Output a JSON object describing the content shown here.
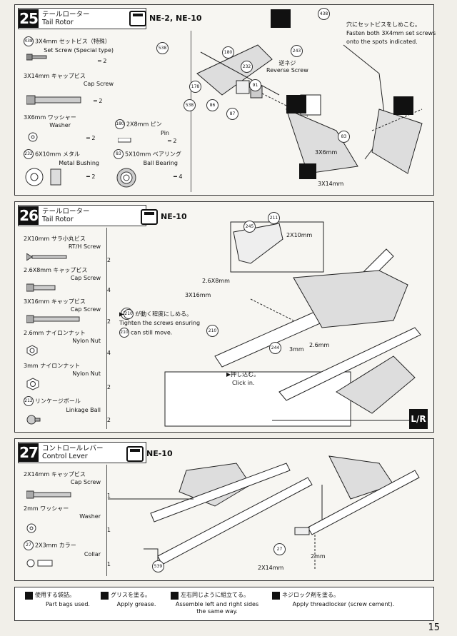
{
  "page_number": "15",
  "step25": {
    "number": "25",
    "title_jp": "テールローター",
    "title_en": "Tail Rotor",
    "models": "NE-2, NE-10",
    "parts": [
      {
        "id": "438",
        "jp": "3X4mm セットビス（特殊）",
        "en": "Set Screw (Special type)",
        "qty": "2"
      },
      {
        "id": "",
        "jp": "3X14mm キャップビス",
        "en": "Cap Screw",
        "qty": "2"
      },
      {
        "id": "",
        "jp": "3X6mm ワッシャー",
        "en": "Washer",
        "qty": "2"
      },
      {
        "id": "180",
        "jp": "2X8mm ピン",
        "en": "Pin",
        "qty": "2"
      },
      {
        "id": "232",
        "jp": "6X10mm メタル",
        "en": "Metal Bushing",
        "qty": "2"
      },
      {
        "id": "83",
        "jp": "5X10mm ベアリング",
        "en": "Ball Bearing",
        "qty": "4"
      }
    ],
    "callouts": [
      "538",
      "180",
      "232",
      "91",
      "178",
      "538",
      "86",
      "87",
      "438",
      "243",
      "83"
    ],
    "reverse_jp": "逆ネジ",
    "reverse_en": "Reverse Screw",
    "note_jp": "穴にセットビスをしめこむ。",
    "note_en1": "Fasten both 3X4mm set screws",
    "note_en2": "onto the spots indicated.",
    "size_a": "3X6mm",
    "size_b": "3X14mm"
  },
  "step26": {
    "number": "26",
    "title_jp": "テールローター",
    "title_en": "Tail Rotor",
    "models": "NE-10",
    "parts": [
      {
        "id": "",
        "jp": "2X10mm サラ小丸ビス",
        "en": "RT/H Screw",
        "qty": "2"
      },
      {
        "id": "",
        "jp": "2.6X8mm キャップビス",
        "en": "Cap Screw",
        "qty": "4"
      },
      {
        "id": "",
        "jp": "3X16mm キャップビス",
        "en": "Cap Screw",
        "qty": "2"
      },
      {
        "id": "",
        "jp": "2.6mm ナイロンナット",
        "en": "Nylon Nut",
        "qty": "4"
      },
      {
        "id": "",
        "jp": "3mm ナイロンナット",
        "en": "Nylon Nut",
        "qty": "2"
      },
      {
        "id": "212",
        "jp": "リンケージボール",
        "en": "Linkage Ball",
        "qty": "2"
      }
    ],
    "callouts": [
      "211",
      "245",
      "210",
      "244",
      "210"
    ],
    "size_2x10": "2X10mm",
    "size_26x8": "2.6X8mm",
    "size_3x16": "3X16mm",
    "size_3mm": "3mm",
    "size_26mm": "2.6mm",
    "note_jp": "が動く程度にしめる。",
    "note_en1": "Tighten the screws ensuring",
    "note_en2": "can still move.",
    "note_ref": "210",
    "click_jp": "押し込む。",
    "click_en": "Click in.",
    "lr": "L/R"
  },
  "step27": {
    "number": "27",
    "title_jp": "コントロールレバー",
    "title_en": "Control Lever",
    "models": "NE-10",
    "parts": [
      {
        "id": "",
        "jp": "2X14mm キャップビス",
        "en": "Cap Screw",
        "qty": "1"
      },
      {
        "id": "",
        "jp": "2mm ワッシャー",
        "en": "Washer",
        "qty": "1"
      },
      {
        "id": "27",
        "jp": "2X3mm カラー",
        "en": "Collar",
        "qty": "1"
      }
    ],
    "callouts": [
      "539",
      "27"
    ],
    "size_2mm": "2mm",
    "size_2x14": "2X14mm"
  },
  "legend": [
    {
      "jp": "使用する袋詰。",
      "en": "Part bags used."
    },
    {
      "jp": "グリスを塗る。",
      "en": "Apply grease."
    },
    {
      "jp": "左右同じように組立てる。",
      "en": "Assemble left and right sides the same way."
    },
    {
      "jp": "ネジロック剤を塗る。",
      "en": "Apply threadlocker (screw cement)."
    }
  ]
}
